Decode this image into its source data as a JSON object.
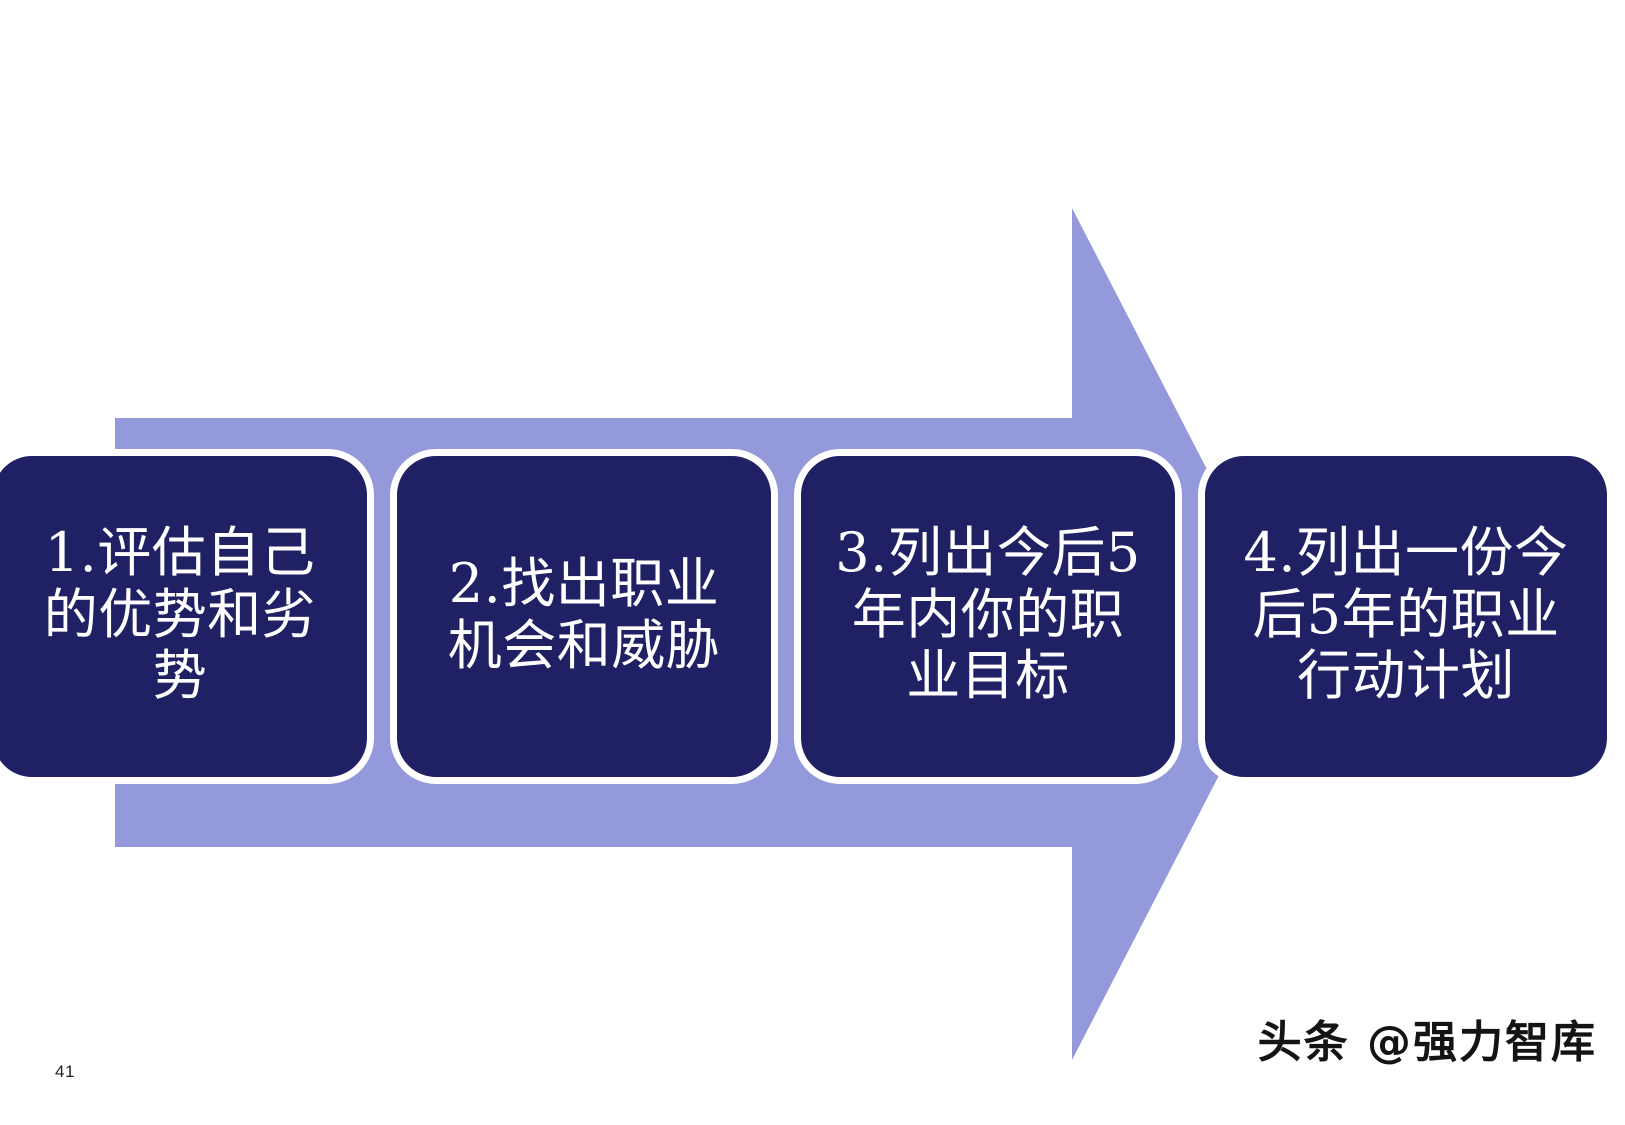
{
  "slide": {
    "page_number": "41",
    "watermark": "头条 @强力智库",
    "background_color": "#ffffff"
  },
  "arrow": {
    "name": "right-pointing-block-arrow",
    "fill_color": "#9499db",
    "direction": "right"
  },
  "process": {
    "box_fill_color": "#1f2164",
    "box_border_color": "#ffffff",
    "box_text_color": "#ffffff",
    "steps": [
      {
        "label": "1.评估自己的优势和劣势"
      },
      {
        "label": "2.找出职业机会和威胁"
      },
      {
        "label": "3.列出今后5年内你的职业目标"
      },
      {
        "label": "4.列出一份今后5年的职业行动计划"
      }
    ]
  }
}
